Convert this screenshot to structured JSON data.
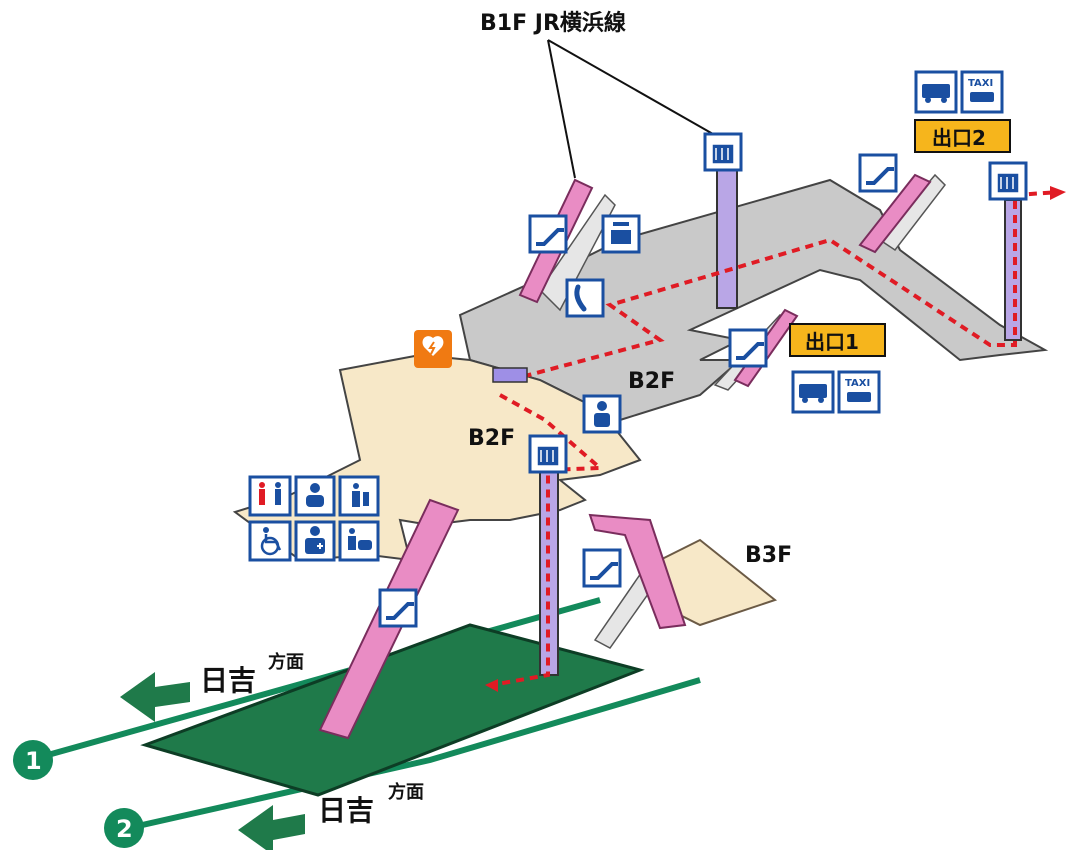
{
  "title": "B1F JR横浜線",
  "floors": {
    "b2f_upper": "B2F",
    "b2f_lower": "B2F",
    "b3f": "B3F"
  },
  "exits": {
    "exit1": "出口1",
    "exit2": "出口2"
  },
  "directions": {
    "track1": {
      "number": "1",
      "dest": "日吉",
      "suffix": "方面"
    },
    "track2": {
      "number": "2",
      "dest": "日吉",
      "suffix": "方面"
    }
  },
  "taxi_label": "TAXI",
  "icons": [
    "escalator-icon",
    "elevator-icon",
    "telephone-icon",
    "coin-locker-icon",
    "station-staff-icon",
    "aed-icon",
    "restroom-icon",
    "baby-care-icon",
    "multipurpose-icon",
    "wheelchair-icon",
    "first-aid-icon",
    "nursing-room-icon",
    "bus-icon",
    "taxi-icon"
  ],
  "colors": {
    "route": "#e01b24",
    "escalator": "#e98cc4",
    "elevator": "#b9a6e6",
    "platform": "#1f7a4a",
    "track_line": "#138a5b",
    "concourse_gray": "#c9c9c9",
    "concourse_beige": "#f7e8c8",
    "icon_blue": "#1a4fa1",
    "exit_yellow": "#f6b51c",
    "aed_orange": "#f07a12"
  }
}
